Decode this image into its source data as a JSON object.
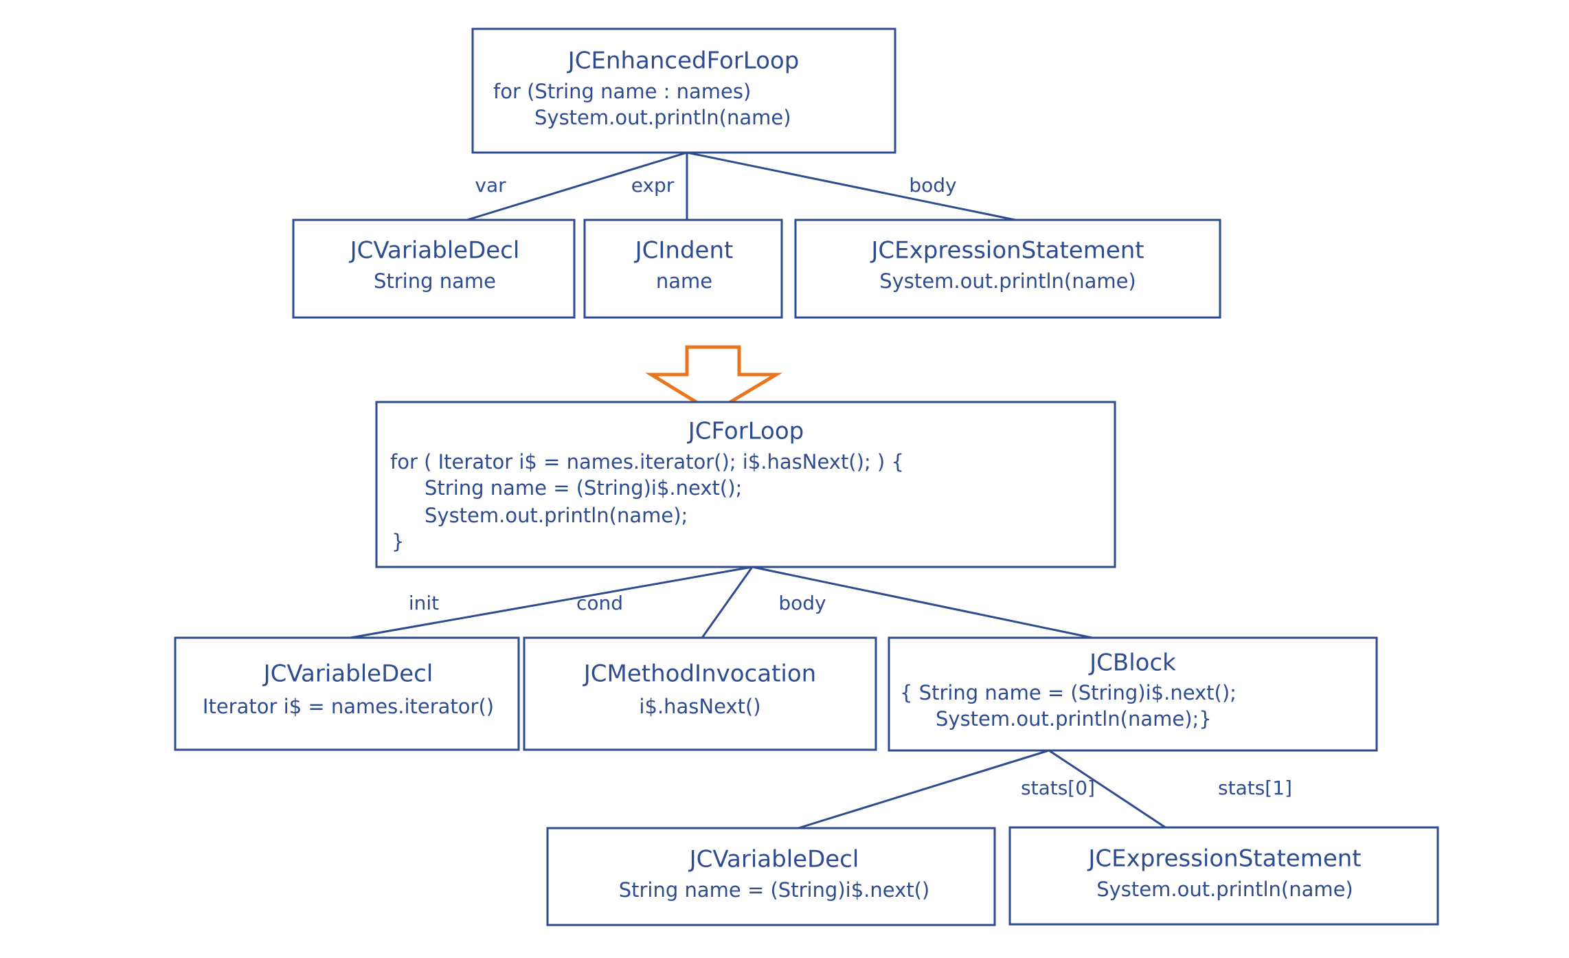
{
  "diagram": {
    "title": "Java AST desugaring of an enhanced for loop",
    "colors": {
      "node_stroke": "#2d4b8e",
      "node_fill": "#ffffff",
      "text": "#2d4b8e",
      "arrow": "#e8761f",
      "background": "#ffffff"
    },
    "transform_arrow": {
      "name": "down-arrow",
      "direction": "down"
    },
    "nodes": {
      "enhanced_for_loop": {
        "title": "JCEnhancedForLoop",
        "lines": [
          "for (String name : names)",
          "System.out.println(name)"
        ]
      },
      "var_decl_top": {
        "title": "JCVariableDecl",
        "lines": [
          "String name"
        ]
      },
      "indent": {
        "title": "JCIndent",
        "lines": [
          "name"
        ]
      },
      "expr_stmt_top": {
        "title": "JCExpressionStatement",
        "lines": [
          "System.out.println(name)"
        ]
      },
      "for_loop": {
        "title": "JCForLoop",
        "lines": [
          "for ( Iterator i$ = names.iterator(); i$.hasNext(); ) {",
          "String name = (String)i$.next();",
          "System.out.println(name);",
          "}"
        ]
      },
      "var_decl_init": {
        "title": "JCVariableDecl",
        "lines": [
          "Iterator i$ = names.iterator()"
        ]
      },
      "method_invocation": {
        "title": "JCMethodInvocation",
        "lines": [
          "i$.hasNext()"
        ]
      },
      "block": {
        "title": "JCBlock",
        "lines": [
          "{ String name = (String)i$.next();",
          "System.out.println(name);}"
        ]
      },
      "var_decl_stat0": {
        "title": "JCVariableDecl",
        "lines": [
          "String name = (String)i$.next()"
        ]
      },
      "expr_stmt_stat1": {
        "title": "JCExpressionStatement",
        "lines": [
          "System.out.println(name)"
        ]
      }
    },
    "edge_labels": {
      "var": "var",
      "expr": "expr",
      "body_top": "body",
      "init": "init",
      "cond": "cond",
      "body_bottom": "body",
      "stats0": "stats[0]",
      "stats1": "stats[1]"
    }
  }
}
